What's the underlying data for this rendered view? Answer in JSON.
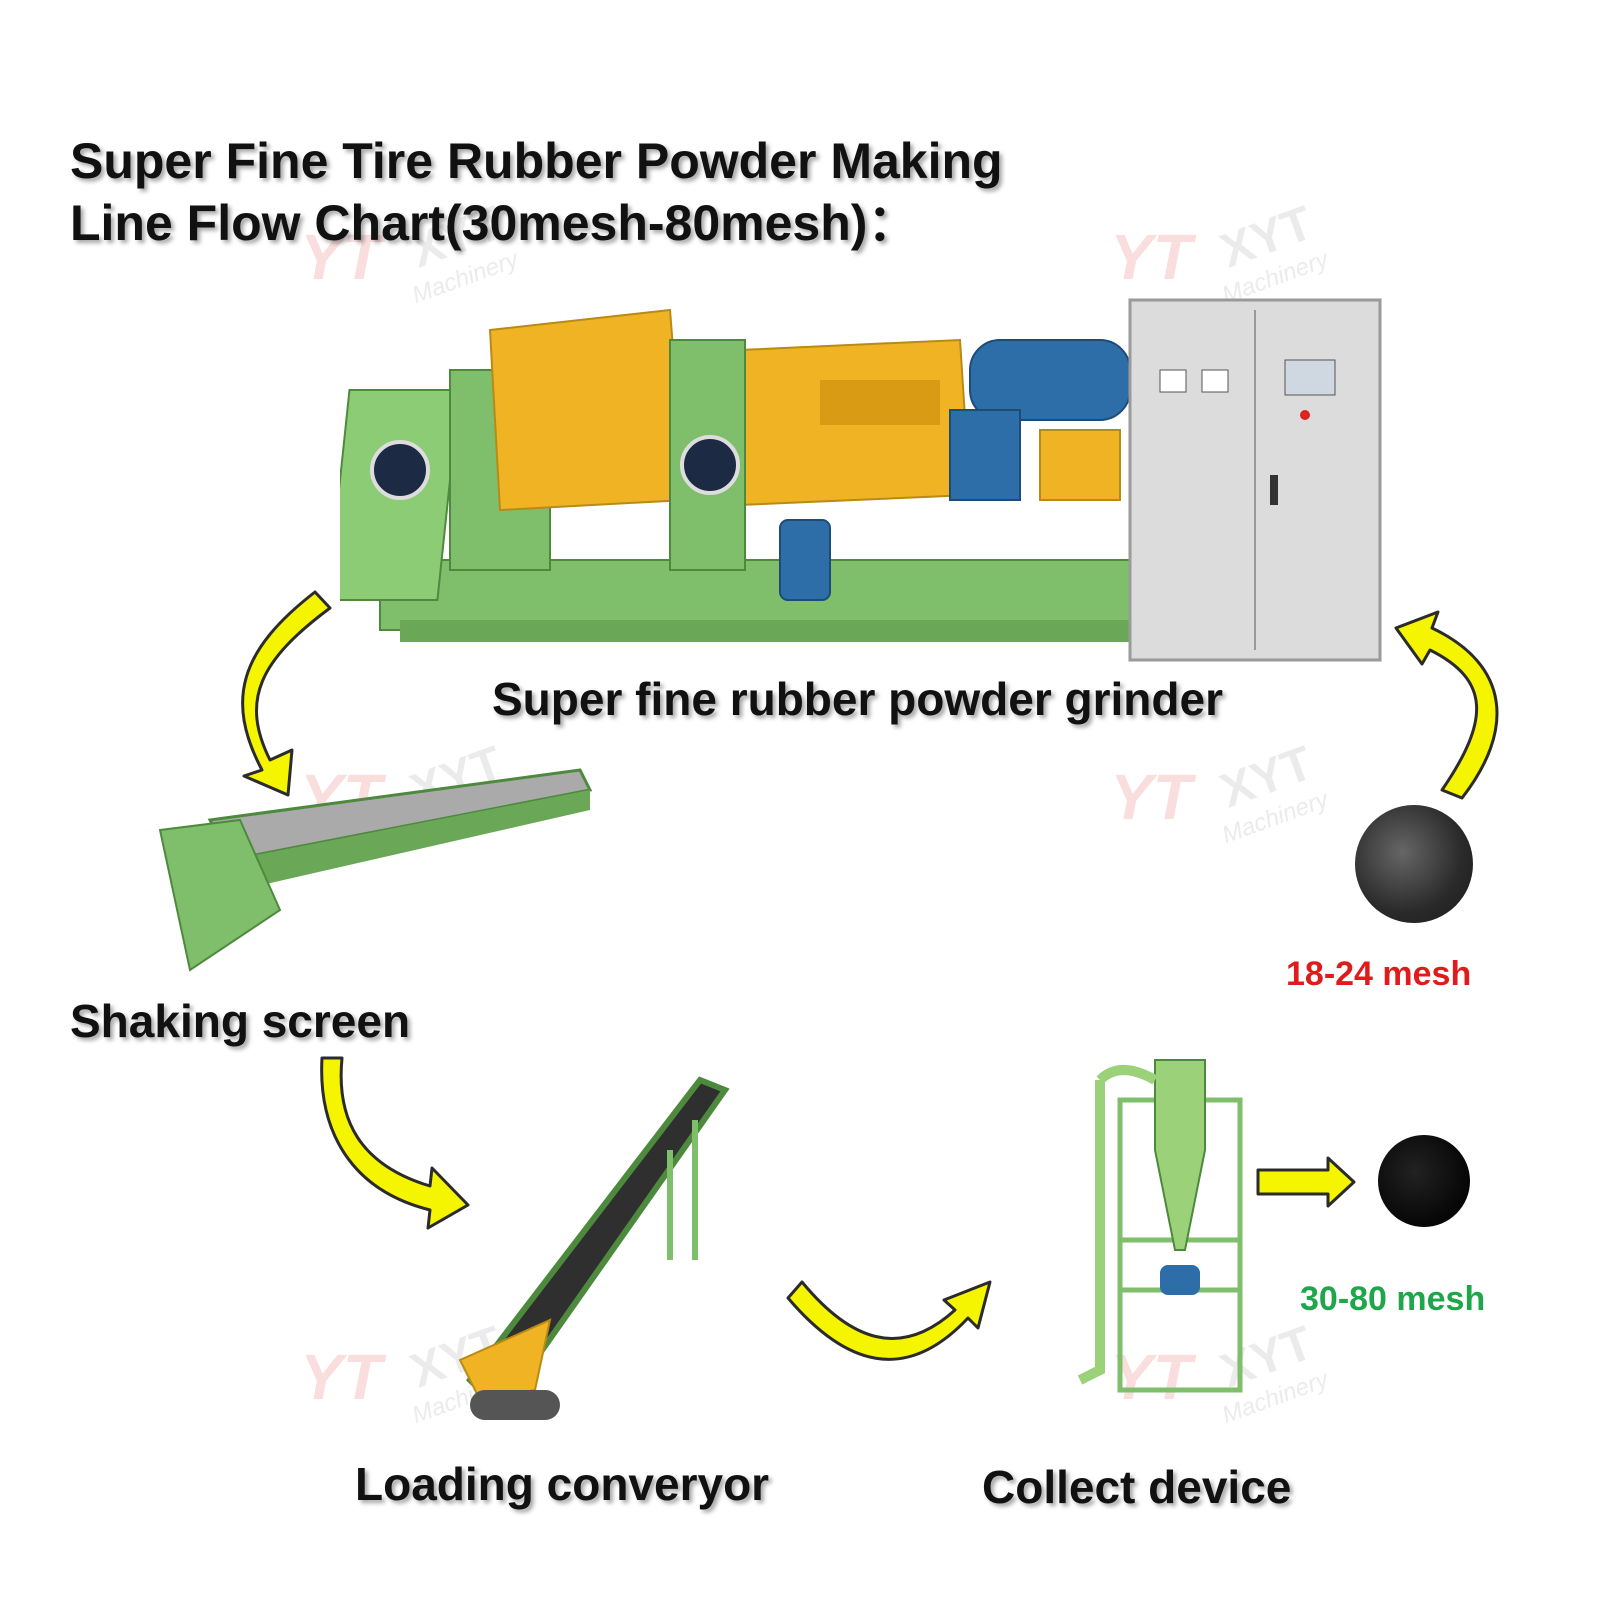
{
  "title": {
    "line1": "Super Fine Tire Rubber Powder Making",
    "line2": "Line Flow Chart(30mesh-80mesh)："
  },
  "steps": {
    "grinder": "Super fine rubber powder grinder",
    "screen": "Shaking screen",
    "conveyor": "Loading converyor",
    "collector": "Collect device"
  },
  "outputs": {
    "coarse": {
      "label": "18-24 mesh",
      "color": "#e01b1b"
    },
    "fine": {
      "label": "30-80 mesh",
      "color": "#1fa64a"
    }
  },
  "watermark": {
    "brand": "XYT",
    "sub": "Machinery",
    "logo": "YT"
  },
  "colors": {
    "arrow_fill": "#f5f500",
    "arrow_stroke": "#2b2b2b",
    "machine_green": "#7fbe6a",
    "machine_yellow": "#f0b323",
    "motor_blue": "#2d6ea8",
    "cabinet_gray": "#dcdcdc"
  }
}
